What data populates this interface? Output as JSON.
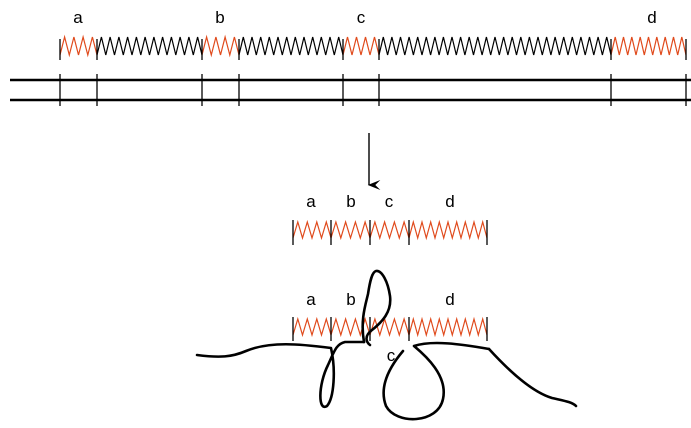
{
  "top_labels": [
    "a",
    "b",
    "c",
    "d"
  ],
  "middle_labels": [
    "a",
    "b",
    "c",
    "d"
  ],
  "bottom_labels": [
    "a",
    "b",
    "c",
    "d"
  ],
  "colors": {
    "highlight_segment": "#e04a1c",
    "linker_segment": "#000000",
    "background": "#ffffff"
  }
}
